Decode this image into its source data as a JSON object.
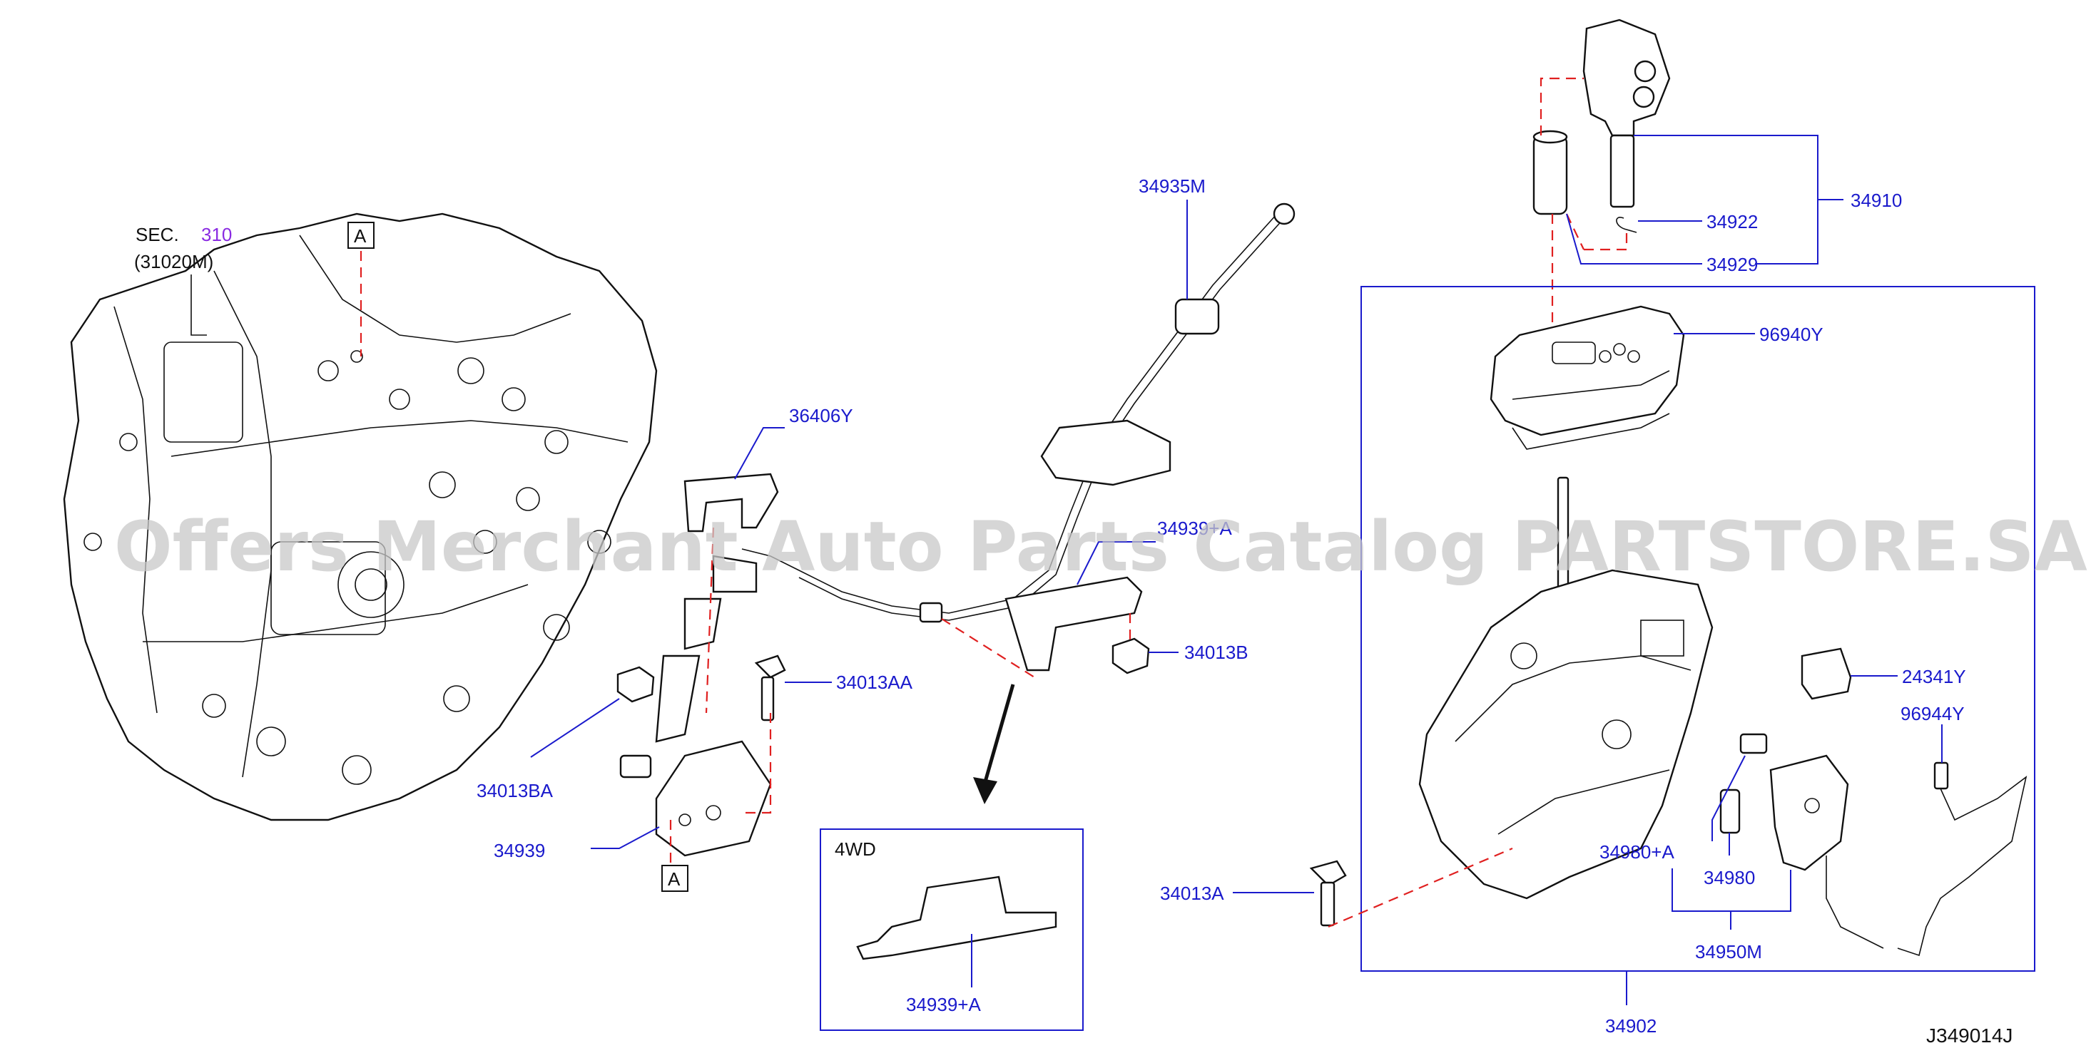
{
  "diagram": {
    "code": "J349014J",
    "sec_ref": {
      "prefix": "SEC.",
      "number": "310",
      "part": "(31020M)"
    },
    "ref_marker": "A",
    "inset_title": "4WD",
    "watermark": "Offers Merchant Auto Parts Catalog PARTSTORE.SA",
    "parts": {
      "p34935M": "34935M",
      "p36406Y": "36406Y",
      "p34939A_top": "34939+A",
      "p34013B": "34013B",
      "p34013AA": "34013AA",
      "p34013BA": "34013BA",
      "p34939": "34939",
      "p34939A": "34939+A",
      "p34910": "34910",
      "p34922": "34922",
      "p34929": "34929",
      "p96940Y": "96940Y",
      "p24341Y": "24341Y",
      "p96944Y": "96944Y",
      "p34980A": "34980+A",
      "p34980": "34980",
      "p34950M": "34950M",
      "p34013A": "34013A",
      "p34902": "34902"
    },
    "colors": {
      "label": "#1a1acc",
      "leader": "#1a1acc",
      "dashed": "#e02020",
      "sec_number": "#8a2be2"
    }
  }
}
